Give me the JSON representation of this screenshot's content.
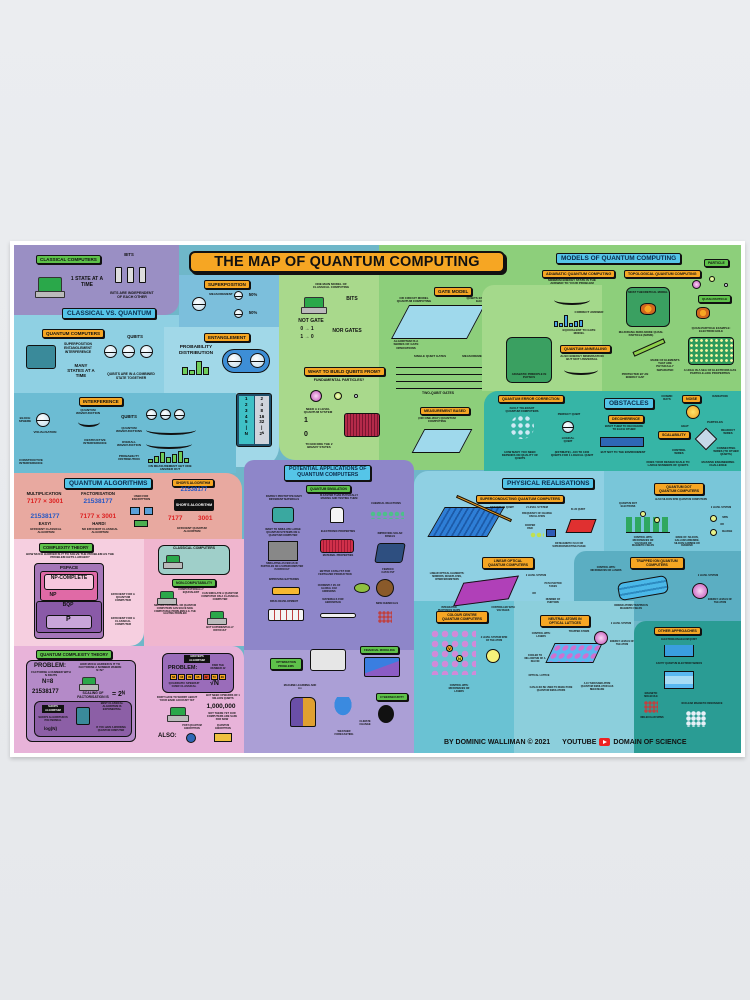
{
  "poster": {
    "title": "THE MAP OF QUANTUM COMPUTING",
    "credit": "BY DOMINIC WALLIMAN © 2021",
    "youtube_label": "YOUTUBE",
    "channel": "DOMAIN OF SCIENCE"
  },
  "classical_vs_quantum": {
    "classical_computers": {
      "tag": "CLASSICAL COMPUTERS",
      "state": "1 STATE AT A TIME",
      "bits_label": "BITS",
      "bits_note": "BITS ARE INDEPENDENT OF EACH OTHER",
      "bit_values": [
        "0",
        "0",
        "0"
      ],
      "bit_bottom": [
        "1",
        "1",
        "1"
      ]
    },
    "header": "CLASSICAL VS. QUANTUM",
    "quantum_computers": {
      "tag": "QUANTUM COMPUTERS",
      "properties": "SUPERPOSITION ENTANGLEMENT INTERFERENCE",
      "states": "MANY STATES AT A TIME",
      "qubits_label": "QUBITS",
      "qubits_note": "QUBITS ARE IN A COMBINED STATE TOGETHER"
    },
    "superposition": {
      "tag": "SUPERPOSITION",
      "measurement": "MEASUREMENT",
      "p1": "50%",
      "p2": "50%"
    },
    "entanglement": {
      "tag": "ENTANGLEMENT",
      "prob_label": "PROBABILITY DISTRIBUTION",
      "bar_labels": [
        "25%",
        "10%",
        "40%",
        "25%"
      ],
      "table_headers": [
        "NUMBER OF QUBITS",
        "NUMBER OF STATES"
      ],
      "qubits": [
        "1",
        "2",
        "3",
        "4",
        "5",
        "|",
        "N"
      ],
      "states": [
        "2",
        "4",
        "8",
        "16",
        "32",
        "|",
        "2ᴺ"
      ]
    },
    "interference": {
      "tag": "INTERFERENCE",
      "qubit": "QUBIT",
      "bloch": "BLOCH SPHERE",
      "described_by": "REALLY DESCRIBED BY",
      "wavefunction": "QUANTUM WAVEFUNCTION",
      "visualisation": "VISUALISATION",
      "destructive": "DESTRUCTIVE INTERFERENCE",
      "constructive": "CONSTRUCTIVE INTERFERENCE",
      "qubits_label": "QUBITS",
      "quantum_wavefunctions": "QUANTUM WAVEFUNCTIONS",
      "overall": "OVERALL WAVEFUNCTION",
      "prob": "PROBABILITY DISTRIBUTION",
      "measure_note": "ON MEASUREMENT GET ONE ANSWER OUT"
    }
  },
  "foundations": {
    "main_model": "ONE MAIN MODEL OF CLASSICAL COMPUTING",
    "bits": "BITS",
    "not_gate": "NOT GATE",
    "not_rows": [
      "0 → 1",
      "1 → 0"
    ],
    "nor_gates": "NOR GATES",
    "what_to_build": {
      "tag": "WHAT TO BUILD QUBITS FROM?",
      "fundamental": "FUNDAMENTAL PARTICLES?",
      "atoms": "ATOMS?",
      "electrons": "ELECTRONS?",
      "photons": "PHOTONS?",
      "need_two_level": "NEED A 2-LEVEL QUANTUM SYSTEM",
      "level_1": "1",
      "level_0": "0",
      "encode": "TO ENCODE THE 2 BINARY STATES",
      "bulk": "BULK QUANTUM SYSTEMS?"
    },
    "gate_model": {
      "tag": "GATE MODEL",
      "circuit": "OR CIRCUIT MODEL QUANTUM COMPUTING",
      "entangled": "QUBITS ENTANGLED WITH EACH OTHER",
      "algorithm": "ALGORITHM IS A SERIES OF GATE OPERATIONS",
      "single_qubit": "SINGLE QUBIT GATES",
      "measurement": "MEASUREMENT",
      "two_qubit": "TWO-QUBIT GATES",
      "qubits_axis": "QUBITS",
      "gates": [
        "H",
        "H",
        "X",
        "Z",
        "H",
        "H"
      ]
    },
    "measurement_based": {
      "tag": "MEASUREMENT BASED",
      "note": "(OR ONE-WAY) QUANTUM COMPUTING"
    }
  },
  "models": {
    "header": "MODELS OF QUANTUM COMPUTING",
    "adiabatic": {
      "tag": "ADIABATIC QUANTUM COMPUTING",
      "min_energy": "MINIMUM ENERGY STATE IS THE ANSWER TO YOUR PROBLEM",
      "landscape": "ENERGY LANDSCAPE",
      "correct": "CORRECT ANSWER",
      "equivalent": "EQUIVALENT TO GATE MODEL",
      "adiabatic_principle": "ADIABATIC PRINCIPLE IN PHYSICS",
      "keep_qubits": "THESE QUBITS STAY IN THE LOWEST ENERGY STATE"
    },
    "annealing": {
      "tag": "QUANTUM ANNEALING",
      "note": "ALSO ENERGY MINIMISATION BUT NOT UNIVERSAL"
    },
    "topological": {
      "tag": "TOPOLOGICAL QUANTUM COMPUTING",
      "theoretical": "MOST THEORETICAL MODEL",
      "majorana": "MAJORANA ZERO-MODE QUASI-PARTICLE",
      "anyon": "NON-ABELIAN ANYON",
      "majorana2": "MAJORANA ZERO-MODE QUASI-PARTICLE (MZMS)",
      "noise": "NOISE",
      "protected": "PROTECTED BY AN ENERGY GAP",
      "made_of": "MADE OF ELEMENTS THAT ARE PHYSICALLY SEPARATED"
    },
    "particles": {
      "tag": "PARTICLE",
      "atom": "ATOM",
      "electron": "ELECTRON",
      "photon": "PHOTON",
      "quasiparticle": "QUASI-PARTICLE",
      "collective": "COLLECTIVE BEHAVIOUR",
      "example": "QUASI-PARTICLE EXAMPLE: ELECTRON HOLE",
      "hole": "HOLE",
      "hole_note": "A HOLE IN A SEA OF ELECTRONS HAS PARTICLE-LIKE PROPERTIES"
    }
  },
  "obstacles": {
    "header": "OBSTACLES",
    "error_correction": {
      "tag": "QUANTUM ERROR CORRECTION",
      "fault_tolerant": "FAULT TOLERANT QUANTUM COMPUTERS",
      "many_noisy": "MANY NOISY QUBITS",
      "physical": "PHYSICAL QUBITS",
      "perfect": "PERFECT QUBIT",
      "logical": "LOGICAL QUBIT",
      "how_many": "HOW MANY YOU NEED DEPENDS ON QUALITY OF QUBITS",
      "estimate": "(ESTIMATE) ~100 TO 1000 QUBITS FOR 1 LOGICAL QUBIT"
    },
    "decoherence": {
      "tag": "DECOHERENCE",
      "want": "WANT THEM TO DECOHERE TO EACH OTHER",
      "not_env": "BUT NOT TO THE ENVIRONMENT"
    },
    "noise": {
      "tag": "NOISE",
      "cosmic": "COSMIC RAYS",
      "radiation": "RADIATION",
      "heat": "HEAT",
      "particles": "PARTICLES"
    },
    "scalability": {
      "tag": "SCALABILITY",
      "readout": "READOUT WIRES",
      "control": "CONTROL WIRES",
      "connecting": "CONNECTING WIRES (TO OTHER QUBITS)",
      "scale": "DOES YOUR DESIGN SCALE TO LARGE NUMBERS OF QUBITS",
      "engineering": "MASSIVE ENGINEERING CHALLENGE"
    }
  },
  "algorithms": {
    "header": "QUANTUM ALGORITHMS",
    "multiplication": {
      "label": "MULTIPLICATION",
      "expr": "7177 × 3001",
      "result": "21538177",
      "easy": "EASY!",
      "note": "EFFICIENT CLASSICAL ALGORITHM"
    },
    "factorisation": {
      "label": "FACTORISATION",
      "number": "21538177",
      "expr": "7177 x 3001",
      "hard": "HARD!",
      "note": "NO EFFICIENT CLASSICAL ALGORITHM"
    },
    "encryption": "USED FOR ENCRYPTION",
    "shors": {
      "tag": "SHOR'S ALGORITHM",
      "number": "21538177",
      "box": "SHOR'S ALGORITHM",
      "f1": "7177",
      "f2": "3001",
      "note": "EFFICIENT QUANTUM ALGORITHM"
    }
  },
  "complexity": {
    "tag": "COMPLEXITY THEORY",
    "question": "HOW MUCH HARDER IS IT TO SOLVE THE PROBLEM AS THE PROBLEM GETS LARGER?",
    "pspace": "PSPACE",
    "np_complete": "NP-COMPLETE",
    "tsp": "TRAVELLING SALESMAN",
    "map_colouring": "MAP COLOURING",
    "np": "NP",
    "graph_iso": "GRAPH ISOMORPHISM",
    "bqp": "BQP",
    "integer_fact": "INTEGER FACTORISATION",
    "discrete_log": "DISCRETE LOGARITHMS",
    "p": "P",
    "testing_prime": "TESTING IF PRIME",
    "multiplication": "MULTIPLICATION",
    "eff_quantum": "EFFICIENT FOR A QUANTUM COMPUTER",
    "eff_classical": "EFFICIENT FOR A CLASSICAL COMPUTER"
  },
  "computability": {
    "classical_tag": "CLASSICAL COMPUTERS",
    "classical_note1": "ARE TURING COMPLETE",
    "classical_note2": "PROVIDE A SPEEDUP IN CLASSICAL ALGORITHMS",
    "classical_note3": "CAN SOLVE BUT NOT SOLVE FAST",
    "tag": "NON-COMPUTABILITY",
    "comp_equiv": "COMPUTATIONALLY EQUIVALENT",
    "neither": "NEITHER CLASSICAL OR QUANTUM COMPUTERS CAN SOLVE NON-COMPUTABLE PROBLEMS E.G. THE HALTING PROBLEM",
    "simulate": "CAN SIMULATE A QUANTUM COMPUTER ON A CLASSICAL COMPUTER",
    "exp_difficult": "BUT EXPONENTIALLY DIFFICULT"
  },
  "quantum_complexity": {
    "tag": "QUANTUM COMPLEXITY THEORY",
    "problem": "PROBLEM:",
    "factorise": "FACTORISE A NUMBER WITH N DIGITS",
    "n": "N=8",
    "number": "21538177",
    "question": "HOW MUCH HARDER IS IT TO FACTORISE A NUMBER WHERE N=N?",
    "scaling": "SCALING OF FACTORISATION IS",
    "scaling_expr": "= 2ᴺ",
    "anything": "ANYTHING WITH THE N IN THE EXPONENT IS HARD",
    "best": "BEST CLASSICAL ALGORITHM IS EXPONENTIAL",
    "shors_box": "SHOR'S ALGORITHM",
    "polynomial": "SHOR'S ALGORITHM IS POLYNOMIAL",
    "log": "log(N)",
    "if_you_have": "IF YOU HAVE A WORKING QUANTUM COMPUTER"
  },
  "grovers": {
    "tag": "GROVER'S ALGORITHM",
    "problem": "PROBLEM:",
    "find": "FIND THE NUMBER 42",
    "cells": [
      "63",
      "16",
      "89",
      "05",
      "42",
      "73",
      "29"
    ],
    "speedup": "QUADRATIC SPEEDUP OVER CLASSICAL",
    "sqrt": "√N",
    "dont_worry": "DON'T HAVE TO WORRY ABOUT YOUR BANK ACCOUNT YET",
    "need": "BUT NEED UPWARDS OF 1 MILLION QUBITS",
    "million": "1,000,000",
    "not_there": "NOT THERE YET OUR COMPUTERS ARE SAFE FOR NOW",
    "also": "ALSO:",
    "post_quantum": "POST-QUANTUM ENCRYPTION",
    "quantum_encryption": "QUANTUM ENCRYPTION"
  },
  "applications": {
    "header_line1": "POTENTIAL APPLICATIONS OF",
    "header_line2": "QUANTUM COMPUTERS",
    "simulation_tag": "QUANTUM SIMULATION",
    "rapidly": "RAPIDLY PROTOTYPE MANY DIFFERENT MATERIALS",
    "faster": "IS FASTER THAN PHYSICALLY MAKING AND TESTING THEM",
    "chemical": "CHEMICAL REACTIONS",
    "want_simulate": "WANT TO SIMULATE LARGE QUANTUM SYSTEMS ON A QUANTUM COMPUTER",
    "electronic": "ELECTRONIC PROPERTIES",
    "material": "MATERIAL PROPERTIES",
    "solar": "IMPROVING SOLAR PANELS",
    "simulating": "SIMULATING AS FEW AS 30 PARTICLES ON A SUPERCOMPUTER IS DIFFICULT",
    "catalyst": "BETTER CATALYST FOR FERTILIZER PRODUCTION",
    "femoco": "FeMoco CATALYST",
    "batteries": "IMPROVING BATTERIES",
    "currently": "CURRENTLY 2% OF GLOBAL CO2 EMISSIONS",
    "drug": "DRUG DEVELOPMENT",
    "aerospace": "MATERIALS FOR AEROSPACE",
    "new_chem": "NEW CHEMICALS",
    "optimization": "OPTIMIZATION PROBLEMS",
    "financial": "FINANCIAL MODELING",
    "ml": "MACHINE LEARNING AND A.I.",
    "climate": "CLIMATE CHANGE",
    "weather": "WEATHER FORECASTING",
    "cyber": "CYBERSECURITY"
  },
  "physical": {
    "header": "PHYSICAL REALISATIONS",
    "superconducting": {
      "tag": "SUPERCONDUCTING QUANTUM COMPUTERS",
      "transmon": "TRANSMON QUBIT",
      "two_level": "2 LEVEL SYSTEM",
      "frequency": "FREQUENCY OF CHARGE OSCILLATION",
      "cooper": "COOPER PAIR",
      "flux": "FLUX QUBIT",
      "or_flux": "OR MAGNETIC FLUX OR SUPERCONDUCTING PHASE"
    },
    "quantum_dot": {
      "tag": "QUANTUM DOT QUANTUM COMPUTERS",
      "also": "ALSO SILICON SPIN QUANTUM COMPUTERS",
      "qd_electrons": "QUANTUM DOT ELECTRONS",
      "two_level": "2 LEVEL SYSTEM",
      "spin": "SPIN",
      "or": "OR",
      "charge": "CHARGE",
      "control": "CONTROL WITH MICROWAVES OR VOLTAGES OR MAGNETIC FIELDS",
      "made_of": "MADE OF: SILICON, GALLIUM ARSENIDE, SILICON CARBIDE OR DIAMOND"
    },
    "linear_optical": {
      "tag": "LINEAR OPTICAL QUANTUM COMPUTERS",
      "elements": "LINEAR OPTICAL ELEMENTS: MIRRORS, WAVEPLATES, INTERFEROMETERS",
      "two_level": "2 LEVEL SYSTEM",
      "path": "PATH PHOTON TAKES",
      "or": "OR",
      "number": "NUMBER OF PHOTONS",
      "integrated": "INTEGRATED PHOTONICS CHIPS",
      "controlled": "CONTROLLED WITH VOLTAGES"
    },
    "trapped_ion": {
      "tag": "TRAPPED ION QUANTUM COMPUTERS",
      "control": "CONTROL WITH MICROWAVES OR LASERS",
      "two_level": "2 LEVEL SYSTEM",
      "ionized": "IONIZED ATOMS TRAPPED IN MAGNETIC FIELDS",
      "energy": "ENERGY LEVELS OF THE ATOM"
    },
    "colour_centre": {
      "tag": "COLOUR CENTRE QUANTUM COMPUTERS",
      "two_level": "2 LEVEL SYSTEM SPIN OF THE ATOM",
      "control": "CONTROL WITH MICROWAVES OR LASERS",
      "v": "V",
      "n": "N"
    },
    "neutral_atoms": {
      "tag": "NEUTRAL ATOMS IN OPTICAL LATTICES",
      "control": "CONTROL WITH LASERS",
      "trapped": "TRAPPED ATOMS",
      "cooled": "COOLED TO MILLIONTHS OF A KELVIN",
      "lattice": "OPTICAL LATTICE",
      "simulators": "CAN ALSO BE USED TO MAKE PURE QUANTUM SIMULATORS",
      "thousand": "A 10 THOUSAND ATOM QUANTUM SIMULATOR HAS BEEN MADE",
      "two_level": "2 LEVEL SYSTEM",
      "energy": "ENERGY LEVELS OF THE ATOM"
    },
    "other": {
      "tag": "OTHER APPROACHES",
      "helium": "ELECTRON-ON-HELIUM QUBIT",
      "cavity": "CAVITY QUANTUM ELECTRODYNAMICS",
      "magnetic": "MAGNETIC MOLECULE",
      "molecular": "MOLECULAR SPINS",
      "nmr": "NUCLEAR MAGNETIC RESONANCE"
    }
  },
  "colors": {
    "purple_top": "#9a8fc4",
    "light_blue": "#8fd0e3",
    "blue_mid": "#6cbcd3",
    "green_light": "#a9d98c",
    "green_mid": "#8dcf7b",
    "teal": "#36b5a6",
    "teal_dark": "#2a9c94",
    "salmon": "#e8a9a0",
    "pink": "#f0b6cf",
    "pink_light": "#f6cfe0",
    "lavender": "#8e86c9",
    "violet": "#b08acb",
    "phys_blue": "#6ac2d3",
    "title_orange": "#f6a623"
  }
}
